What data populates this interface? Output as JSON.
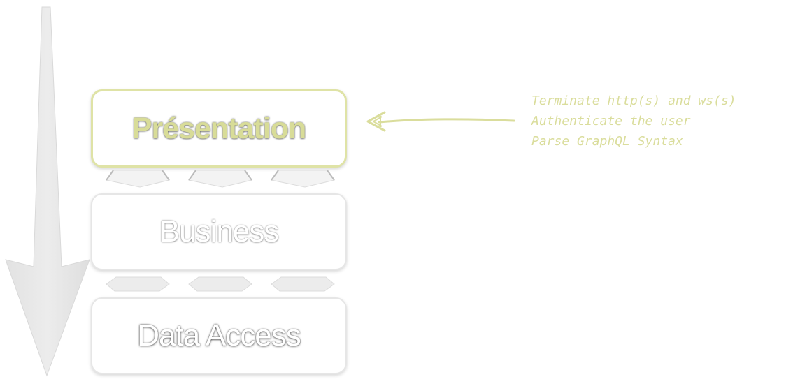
{
  "layers": [
    {
      "label": "Présentation"
    },
    {
      "label": "Business"
    },
    {
      "label": "Data Access"
    }
  ],
  "notes": [
    "Terminate http(s) and ws(s)",
    "Authenticate the user",
    "Parse GraphQL Syntax"
  ],
  "colors": {
    "accent": "#dadd9c",
    "arrow": "#e6e6e6",
    "layer_border": "#e6e6e6"
  },
  "icons": {
    "flow_arrow": "down-arrow-icon",
    "callout_arrow": "left-arrow-icon"
  }
}
